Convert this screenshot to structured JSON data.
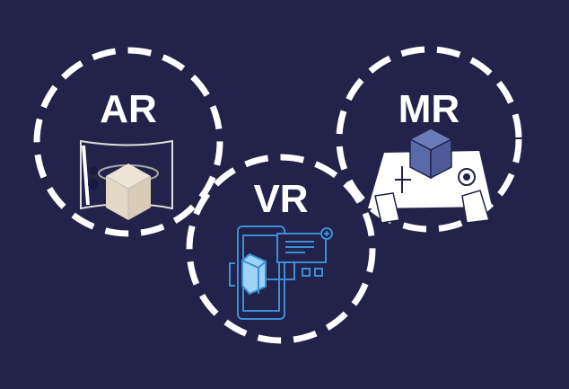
{
  "labels": {
    "ar": "AR",
    "vr": "VR",
    "mr": "MR"
  },
  "colors": {
    "background": "#23224a",
    "ring": "#ffffff",
    "ar_cube": "#e6dccb",
    "vr_accent": "#3a8fd6",
    "mr_cube": "#5a6aa8"
  }
}
